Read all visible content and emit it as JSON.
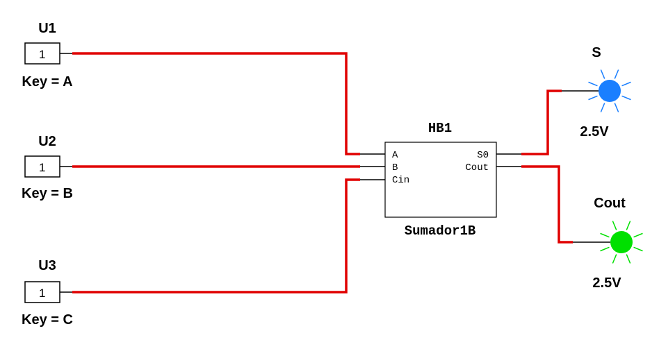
{
  "colors": {
    "wire": "#e00000",
    "led_s": "#1a7fff",
    "led_cout": "#00e000"
  },
  "switches": [
    {
      "ref": "U1",
      "value": "1",
      "key": "Key = A"
    },
    {
      "ref": "U2",
      "value": "1",
      "key": "Key = B"
    },
    {
      "ref": "U3",
      "value": "1",
      "key": "Key = C"
    }
  ],
  "block": {
    "ref": "HB1",
    "name": "Sumador1B",
    "pins_in": [
      "A",
      "B",
      "Cin"
    ],
    "pins_out": [
      "S0",
      "Cout"
    ]
  },
  "leds": [
    {
      "label": "S",
      "voltage": "2.5V",
      "icon": "led-probe-icon"
    },
    {
      "label": "Cout",
      "voltage": "2.5V",
      "icon": "led-probe-icon"
    }
  ]
}
